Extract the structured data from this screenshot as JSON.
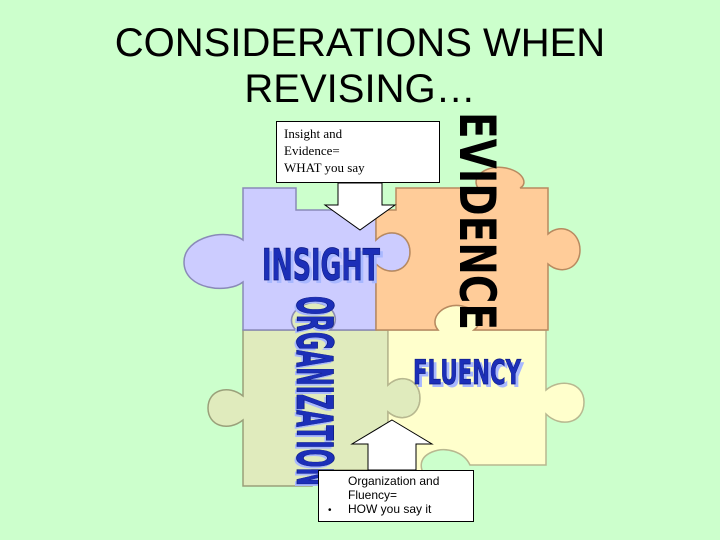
{
  "slide": {
    "title_line1": "CONSIDERATIONS WHEN",
    "title_line2": "REVISING…",
    "callout_top": {
      "line1": "Insight and",
      "line2": "Evidence=",
      "line3": "WHAT you say"
    },
    "callout_bottom": {
      "line1": "Organization and",
      "line2": "Fluency=",
      "line3": "HOW you say it",
      "bullet": "•"
    },
    "pieces": {
      "insight": "INSIGHT",
      "evidence": "EVIDENCE",
      "organization": "ORGANIZATION",
      "fluency": "FLUENCY"
    },
    "colors": {
      "background": "#ccffcc",
      "insight_piece": "#ccccff",
      "evidence_piece": "#ffcc99",
      "organization_piece": "#e0ebbd",
      "fluency_piece": "#ffffcc",
      "word_art_fill": "#1c2fb8",
      "word_art_shadow": "#a8b8ff"
    }
  }
}
